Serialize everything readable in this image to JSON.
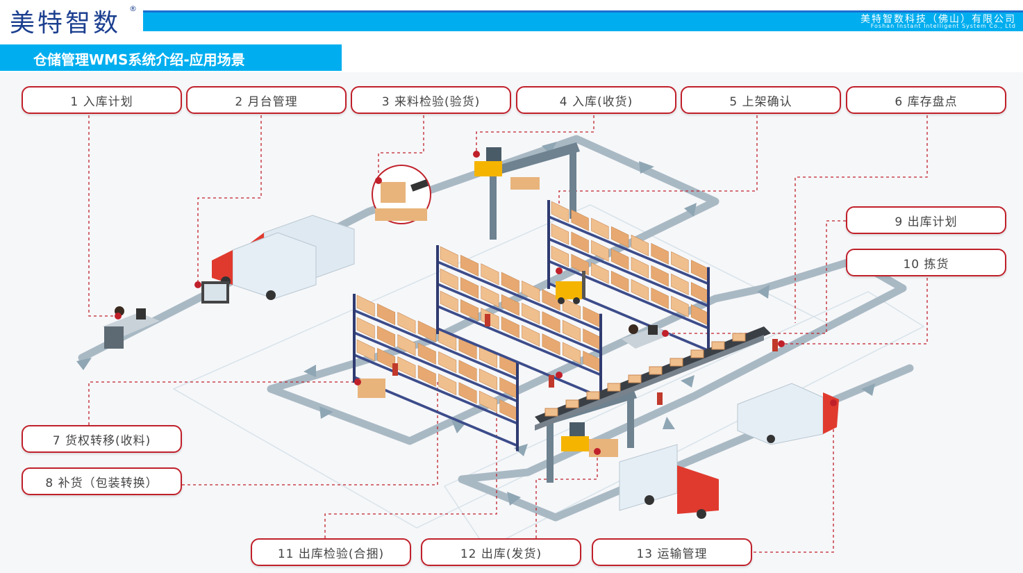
{
  "header": {
    "logo_text": "美特智数",
    "logo_mark": "®",
    "company_cn": "美特智数科技（佛山）有限公司",
    "company_en": "Foshan Instant Intelligent System Co., Ltd",
    "page_title": "仓储管理WMS系统介绍-应用场景"
  },
  "colors": {
    "brand_blue": "#00aeef",
    "dark_blue": "#1b3f8f",
    "step_border": "#c0202a",
    "conveyor_path": "#a9b9c4",
    "truck_red": "#e03a2f"
  },
  "steps": [
    {
      "id": "s1",
      "label": "1 入库计划"
    },
    {
      "id": "s2",
      "label": "2 月台管理"
    },
    {
      "id": "s3",
      "label": "3 来料检验(验货)"
    },
    {
      "id": "s4",
      "label": "4 入库(收货)"
    },
    {
      "id": "s5",
      "label": "5 上架确认"
    },
    {
      "id": "s6",
      "label": "6 库存盘点"
    },
    {
      "id": "s7",
      "label": "7 货权转移(收料)"
    },
    {
      "id": "s8",
      "label": "8 补货（包装转换）"
    },
    {
      "id": "s9",
      "label": "9 出库计划"
    },
    {
      "id": "s10",
      "label": "10 拣货"
    },
    {
      "id": "s11",
      "label": "11 出库检验(合捆)"
    },
    {
      "id": "s12",
      "label": "12 出库(发货)"
    },
    {
      "id": "s13",
      "label": "13 运输管理"
    }
  ],
  "scene_items": {
    "trucks": [
      "inbound-truck",
      "inbound-truck-2",
      "outbound-truck",
      "outbound-truck-2"
    ],
    "racks": [
      "rack-left",
      "rack-center",
      "rack-right"
    ],
    "equipment": [
      "gantry-crane-top",
      "gantry-crane-bottom",
      "forklift",
      "sorting-conveyor"
    ]
  }
}
